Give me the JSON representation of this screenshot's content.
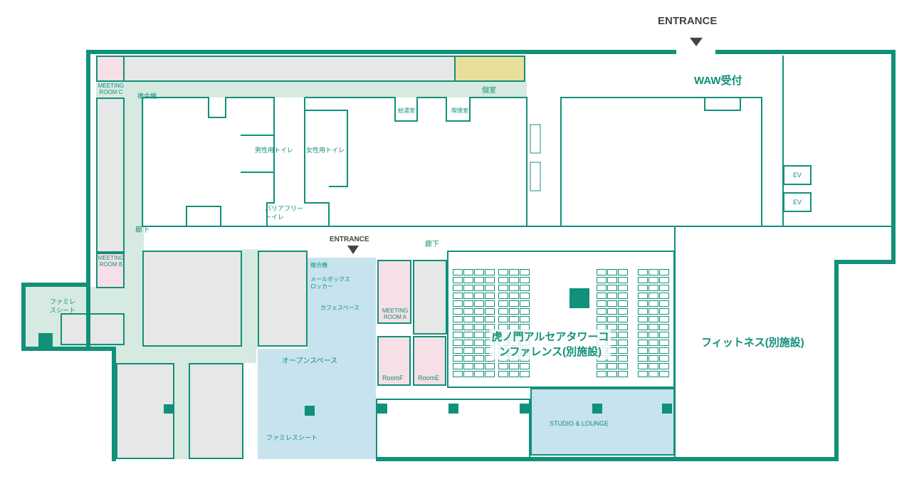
{
  "entrances": {
    "top": "ENTRANCE",
    "middle": "ENTRANCE"
  },
  "rooms": {
    "meeting_room_c": "MEETING ROOM C",
    "meeting_room_b": "MEETING ROOM B",
    "meeting_room_a": "MEETING ROOM A",
    "copier_top": "複合機",
    "copier_mid": "複合機",
    "private_rooms": "個室",
    "kitchenette": "給湯室",
    "smoking_room": "喫煙室",
    "mens_toilet": "男性用トイレ",
    "womens_toilet": "女性用トイレ",
    "barrier_free_toilet": "バリアフリートイレ",
    "corridor_left": "廊下",
    "corridor_center": "廊下",
    "family_seat_left": "ファミレスシート",
    "mailbox_locker": "メールボックスロッカー",
    "cafe_space": "カフェスペース",
    "open_space": "オープンスペース",
    "family_seat_bottom": "ファミレスシート",
    "room_f": "RoomF",
    "room_e": "RoomE",
    "conference": "虎ノ門アルセアタワーコンファレンス(別施設)",
    "studio_lounge": "STUDIO & LOUNGE",
    "fitness": "フィットネス(別施設)",
    "reception": "WAW受付",
    "ev1": "EV",
    "ev2": "EV"
  },
  "colors": {
    "wall": "#11907a",
    "corridor": "#d7eae1",
    "office": "#e6e7e7",
    "open": "#c7e3ee",
    "meeting": "#f6dfe6",
    "private": "#e9df9c"
  }
}
